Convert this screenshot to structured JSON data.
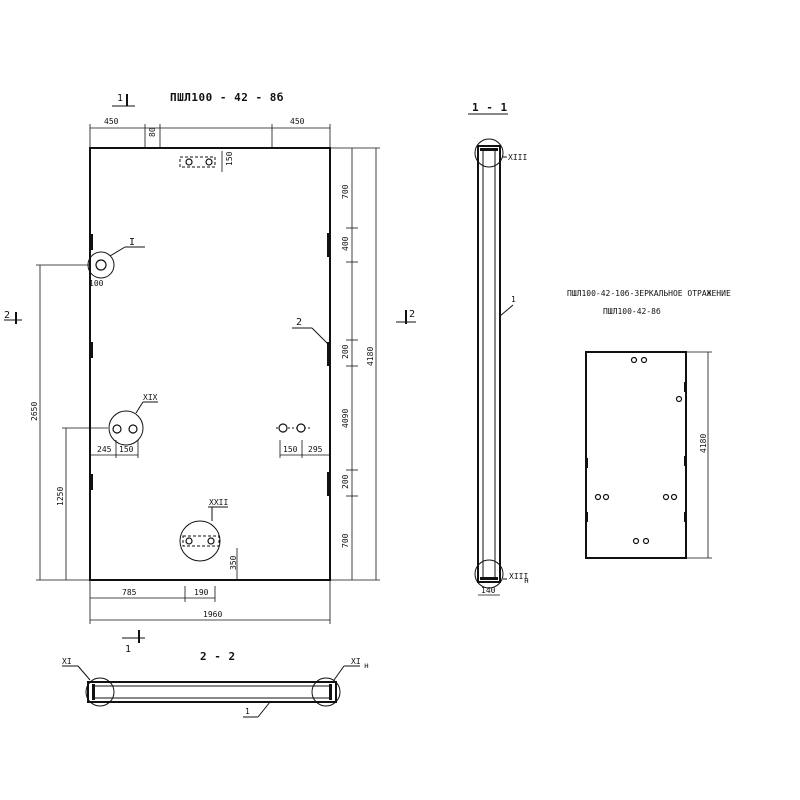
{
  "main_view": {
    "title": "ПШЛ100 - 42 - 8б",
    "dimensions": {
      "top_left": "450",
      "top_small": "80",
      "top_right": "450",
      "right_700_top": "700",
      "right_400": "400",
      "right_200_a": "200",
      "right_4090": "4090",
      "right_200_b": "200",
      "right_700_bottom": "700",
      "overall_height": "4180",
      "left_2650": "2650",
      "left_1250": "1250",
      "node_100": "100",
      "horiz_245": "245",
      "horiz_150_a": "150",
      "horiz_150_b": "150",
      "horiz_295": "295",
      "bottom_785": "785",
      "bottom_190": "190",
      "overall_width": "1960",
      "vert_350": "350",
      "top_150": "150"
    },
    "nodes": {
      "n1": "I",
      "n19": "XIX",
      "n22": "XXII",
      "mark2": "2"
    },
    "section_marks": {
      "top_1": "1",
      "bottom_1": "1",
      "left_2": "2",
      "right_2": "2"
    }
  },
  "section_1_1": {
    "title": "1 - 1",
    "node_top": "XIII",
    "node_bottom": "XIII",
    "node_bottom_sub": "н",
    "item": "1",
    "dim_bottom": "140"
  },
  "section_2_2": {
    "title": "2 - 2",
    "node_left": "XI",
    "node_right": "XI",
    "node_right_sub": "н",
    "item": "1"
  },
  "mirror_view": {
    "caption_line1": "ПШЛ100-42-10б-ЗЕРКАЛЬНОЕ ОТРАЖЕНИЕ",
    "caption_line2": "ПШЛ100-42-8б",
    "height_dim": "4180"
  }
}
